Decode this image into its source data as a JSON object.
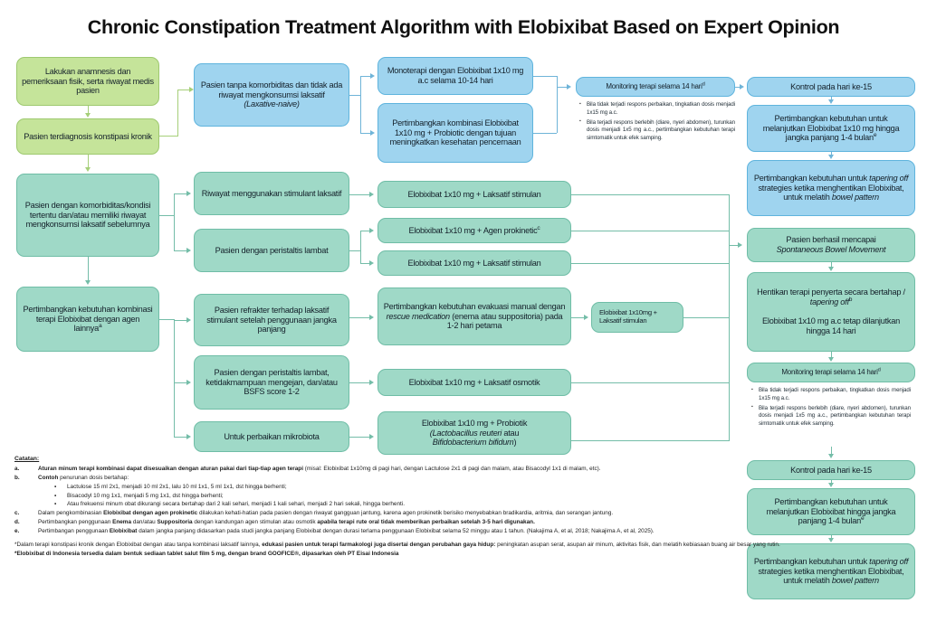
{
  "title": "Chronic Constipation Treatment Algorithm with Elobixibat Based on Expert Opinion",
  "colors": {
    "green": "#c5e49a",
    "teal": "#9fd9c7",
    "blue": "#9fd4ef",
    "connector_blue": "#7fb8cf",
    "connector_green": "#a6cf79",
    "connector_teal": "#74bda8"
  },
  "nodes": {
    "anamnesis": "Lakukan anamnesis dan pemeriksaan fisik, serta riwayat medis pasien",
    "diagnosis": "Pasien terdiagnosis konstipasi kronik",
    "comorbid": "Pasien dengan komorbiditas/kondisi tertentu dan/atau memiliki riwayat mengkonsumsi laksatif sebelumnya",
    "combination": "Pertimbangkan kebutuhan kombinasi terapi Elobixibat dengan agen lainnya",
    "combination_sup": "a",
    "laxative_naive_1": "Pasien tanpa komorbiditas dan tidak ada riwayat mengkonsumsi laksatif",
    "laxative_naive_2": "(Laxative-naive)",
    "monoterapi": "Monoterapi dengan Elobixibat 1x10 mg a.c selama 10-14 hari",
    "kombinasi_probiotic": "Pertimbangkan kombinasi Elobixibat 1x10 mg + Probiotic dengan tujuan meningkatkan kesehatan pencernaan",
    "riwayat_stimulan": "Riwayat menggunakan stimulant laksatif",
    "peristaltis_lambat": "Pasien dengan peristaltis lambat",
    "refrakter": "Pasien refrakter terhadap laksatif stimulant setelah penggunaan jangka panjang",
    "peristaltis_bsfs": "Pasien dengan peristaltis lambat, ketidakmampuan mengejan, dan/atau BSFS score 1-2",
    "mikrobiota": "Untuk perbaikan mikrobiota",
    "rx_laksatif_stimulan_1": "Elobixibat 1x10 mg + Laksatif stimulan",
    "rx_agen_prokinetic": "Elobixibat 1x10 mg + Agen prokinetic",
    "rx_agen_prokinetic_sup": "c",
    "rx_laksatif_stimulan_2": "Elobixibat 1x10 mg + Laksatif stimulan",
    "rx_evakuasi_manual_a": "Pertimbangkan kebutuhan evakuasi manual dengan ",
    "rx_evakuasi_manual_i": "rescue medication",
    "rx_evakuasi_manual_b": " (enema atau suppositoria) pada 1-2 hari petama",
    "rx_elobixibat_laksatif_small": "Elobixibat 1x10mg + Laksatif stimulan",
    "rx_laksatif_osmotik": "Elobixibat 1x10 mg + Laksatif osmotik",
    "rx_probiotik_a": "Elobixibat 1x10 mg + Probiotik",
    "rx_probiotik_i1": "(Lactobacillus reuteri",
    "rx_probiotik_mid": " atau ",
    "rx_probiotik_i2": "Bifidobacterium bifidum",
    "rx_probiotik_end": ")",
    "monitoring_top_title": "Monitoring terapi selama 14 hari",
    "monitoring_top_sup": "d",
    "kontrol_15_top": "Kontrol pada hari ke-15",
    "lanjutkan_top": "Pertimbangkan kebutuhan untuk melanjutkan Elobixibat 1x10 mg hingga jangka panjang 1-4 bulan",
    "lanjutkan_top_sup": "e",
    "tapering_top_a": "Pertimbangkan kebutuhan untuk ",
    "tapering_top_i": "tapering off",
    "tapering_top_b": " strategies ketika menghentikan Elobixibat, untuk melatih ",
    "tapering_top_i2": "bowel pattern",
    "sbm_a": "Pasien berhasil mencapai",
    "sbm_i": "Spontaneous Bowel Movement",
    "hentikan_a": "Hentikan terapi penyerta secara bertahap / ",
    "hentikan_i": "tapering off",
    "hentikan_sup": "b",
    "hentikan_b": "Elobixibat 1x10 mg a.c tetap dilanjutkan hingga 14 hari",
    "monitoring_bottom_title": "Monitoring terapi selama 14 hari",
    "monitoring_bottom_sup": "d",
    "kontrol_15_bottom": "Kontrol pada hari ke-15",
    "lanjutkan_bottom": "Pertimbangkan kebutuhan untuk melanjutkan Elobixibat hingga jangka panjang 1-4 bulan",
    "lanjutkan_bottom_sup": "e",
    "tapering_bottom_a": "Pertimbangkan kebutuhan untuk ",
    "tapering_bottom_i": "tapering off",
    "tapering_bottom_b": " strategies ketika menghentikan Elobixibat, untuk melatih ",
    "tapering_bottom_i2": "bowel pattern"
  },
  "monitoring_bullets": [
    "Bila tidak terjadi respons perbaikan, tingkatkan dosis menjadi 1x15 mg a.c.",
    "Bila terjadi respons berlebih (diare, nyeri abdomen), turunkan dosis menjadi 1x5 mg a.c., pertimbangkan kebutuhan terapi simtomatik untuk efek samping."
  ],
  "notes": {
    "header": "Catatan:",
    "items": [
      {
        "key": "a.",
        "bold_lead": "Aturan minum terapi kombinasi dapat disesuaikan dengan aturan pakai dari tiap-tiap agen terapi",
        "rest": " (misal: Elobixibat 1x10mg di pagi hari, dengan Lactulose 2x1 di pagi dan malam, atau Bisacodyl 1x1 di malam, etc)."
      },
      {
        "key": "b.",
        "bold_lead": "Contoh",
        "rest": " penurunan dosis bertahap:",
        "subitems": [
          "Lactulose 15 ml 2x1, menjadi 10 ml 2x1, lalu 10 ml 1x1, 5 ml 1x1, dst hingga berhenti;",
          "Bisacodyl 10 mg 1x1, menjadi 5 mg 1x1, dst hingga berhenti;",
          "Atau frekuensi minum obat dikurangi secara bertahap dari 2 kali sehari, menjadi 1 kali sehari, menjadi 2 hari sekali, hingga berhenti."
        ],
        "subitem_bold_leads": [
          "",
          "",
          "Atau"
        ]
      },
      {
        "key": "c.",
        "plain_lead": "Dalam pengkombinasian ",
        "bold_mid": "Elobixibat dengan agen prokinetic",
        "rest": " dilakukan kehati-hatian pada pasien dengan riwayat gangguan jantung, karena agen prokinetik berisiko menyebabkan bradikardia, aritmia, dan serangan jantung."
      },
      {
        "key": "d.",
        "plain_lead": "Pertimbangkan penggunaan ",
        "bold_mid": "Enema",
        "mid2": " dan/atau ",
        "bold_mid2": "Suppositoria",
        "mid3": " dengan kandungan agen stimulan atau osmotik ",
        "bold_mid3": "apabila terapi rute oral tidak memberikan perbaikan setelah 3-5 hari digunakan.",
        "rest": ""
      },
      {
        "key": "e.",
        "plain_lead": "Pertimbangan penggunaan ",
        "bold_mid": "Elobixibat",
        "rest": " dalam jangka panjang didasarkan pada studi jangka panjang Elobixibat dengan durasi terlama penggunaan Elobixibat selama 52 minggu atau 1 tahun. (Nakajima A, et al, 2018; Nakajima A, et al, 2025)."
      }
    ],
    "footer_line1_a": "*Dalam terapi konstipasi kronik dengan Elobixibat dengan atau tanpa kombinasi laksatif lainnya, ",
    "footer_line1_b": "edukasi pasien untuk terapi farmakologi juga disertai dengan perubahan gaya hidup:",
    "footer_line1_c": " peningkatan asupan serat, asupan air minum, aktivitas fisik, dan melatih kebiasaan buang air besar yang rutin.",
    "footer_line2": "*Elobixibat di Indonesia tersedia dalam bentuk sediaan tablet salut film 5 mg, dengan brand GOOFICE®, dipasarkan oleh PT Eisai Indonesia"
  }
}
